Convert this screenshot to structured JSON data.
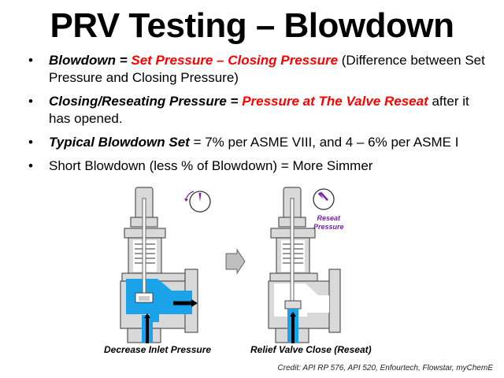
{
  "title": "PRV Testing – Blowdown",
  "bullets": [
    {
      "term": "Blowdown",
      "eq": " = ",
      "highlight": "Set Pressure – Closing Pressure",
      "rest": " (Difference between Set Pressure and Closing Pressure)"
    },
    {
      "term": "Closing/Reseating  Pressure",
      "eq": " = ",
      "highlight": "Pressure at The Valve Reseat",
      "rest": " after it has opened."
    },
    {
      "term": "Typical  Blowdown Set",
      "rest": " = 7% per ASME VIII, and 4 – 6% per ASME I"
    },
    {
      "text": "Short Blowdown (less % of Blowdown) = More Simmer"
    }
  ],
  "bullet_char": "•",
  "figure": {
    "left_caption": "Decrease  Inlet Pressure",
    "right_caption": "Relief Valve Close (Reseat)",
    "gauge_label_line1": "Reseat",
    "gauge_label_line2": "Pressure"
  },
  "credit": "Credit: API RP 576, API 520, Enfourtech, Flowstar, myChemE",
  "colors": {
    "highlight": "#ff0000",
    "fluid": "#1aa3e8",
    "gauge": "#7a1fa2",
    "body": "#d9d9d9"
  }
}
